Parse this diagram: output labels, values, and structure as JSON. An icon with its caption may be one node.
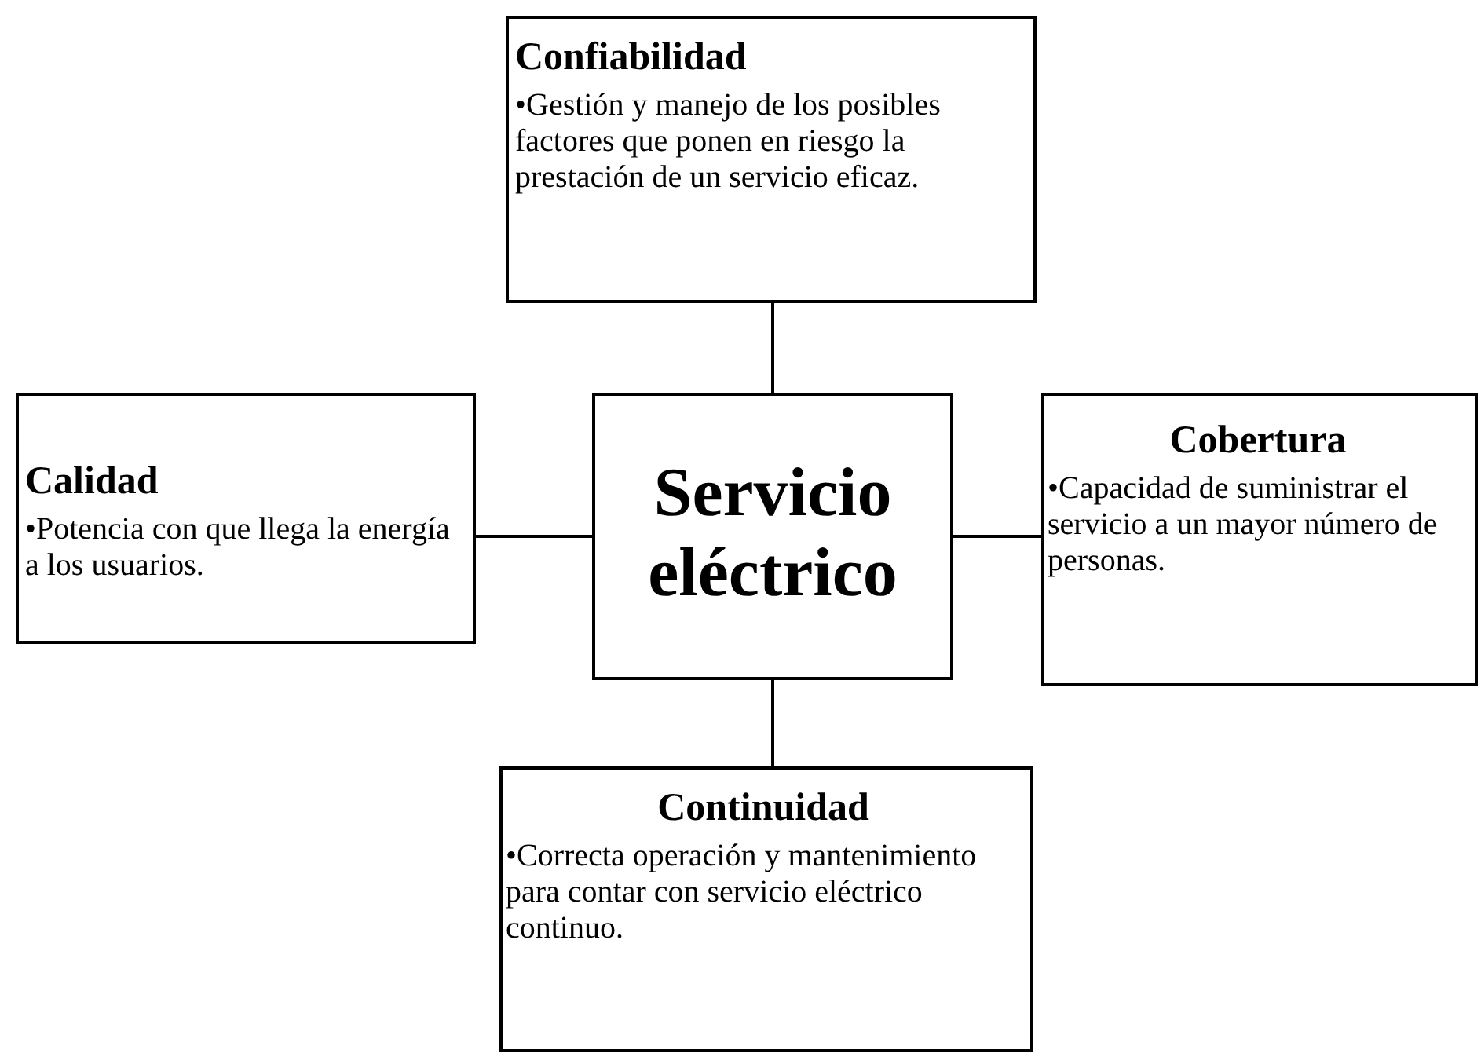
{
  "diagram": {
    "nodes": [
      {
        "text": [
          "Confiabilidad",
          "•Gestión y manejo de los posibles factores que ponen en riesgo la prestación de un servicio eficaz."
        ]
      },
      {
        "text": [
          "Calidad",
          "•Potencia con que llega la energía a los usuarios."
        ]
      },
      {
        "text": [
          "Servicio eléctrico"
        ]
      },
      {
        "text": [
          "Cobertura",
          "•Capacidad de suministrar el servicio a un mayor número de personas."
        ]
      },
      {
        "text": [
          "Continuidad",
          "•Correcta operación y mantenimiento para contar con servicio eléctrico continuo."
        ]
      }
    ],
    "edges": [
      {
        "from": 2,
        "to": 0,
        "arrow": "none"
      },
      {
        "from": 2,
        "to": 1,
        "arrow": "none"
      },
      {
        "from": 2,
        "to": 3,
        "arrow": "none"
      },
      {
        "from": 2,
        "to": 4,
        "arrow": "none"
      }
    ]
  }
}
